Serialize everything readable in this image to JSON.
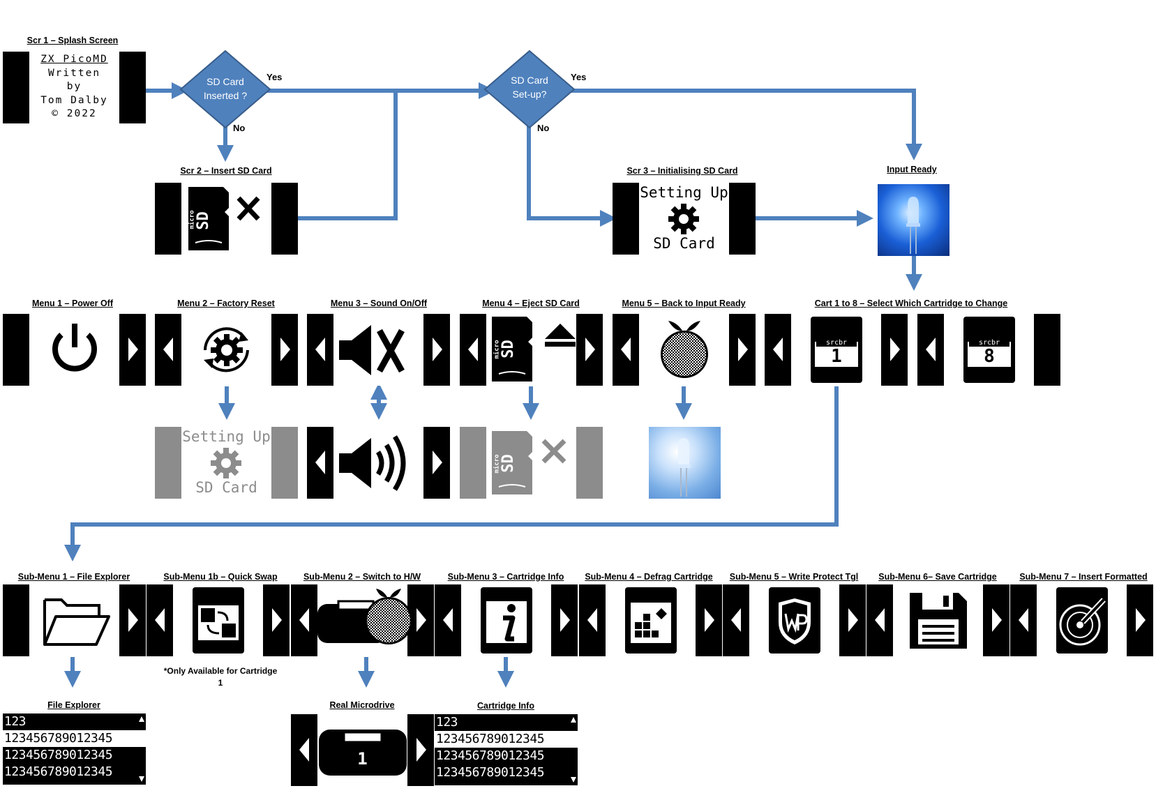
{
  "colors": {
    "arrow": "#4f81bd",
    "decision": "#4f81bd",
    "screen": "#000000",
    "grey_screen": "#8c8c8c"
  },
  "labels": {
    "scr1": "Scr 1 – Splash Screen",
    "scr2": "Scr 2 – Insert SD Card",
    "scr3": "Scr 3 – Initialising SD Card",
    "input_ready": "Input Ready",
    "menu1": "Menu 1 – Power Off",
    "menu2": "Menu 2 – Factory Reset",
    "menu3": "Menu 3 – Sound On/Off",
    "menu4": "Menu 4 – Eject SD Card",
    "menu5": "Menu 5 – Back to Input Ready",
    "cart": "Cart 1 to 8 – Select Which Cartridge  to Change",
    "sub1": "Sub-Menu 1 – File Explorer",
    "sub1b": "Sub-Menu 1b – Quick Swap",
    "sub2": "Sub-Menu 2 – Switch to H/W",
    "sub3": "Sub-Menu 3 – Cartridge Info",
    "sub4": "Sub-Menu 4 – Defrag Cartridge",
    "sub5": "Sub-Menu 5 – Write Protect Tgl",
    "sub6": "Sub-Menu 6– Save Cartridge",
    "sub7": "Sub-Menu 7 – Insert Formatted",
    "file_explorer": "File Explorer",
    "real_microdrive": "Real Microdrive",
    "cartridge_info": "Cartridge Info"
  },
  "note_quick_swap": "*Only Available for Cartridge 1",
  "decisions": {
    "d1": {
      "text": "SD Card Inserted ?",
      "yes": "Yes",
      "no": "No"
    },
    "d2": {
      "text": "SD Card Set-up?",
      "yes": "Yes",
      "no": "No"
    }
  },
  "splash": {
    "l1": "ZX PicoMD",
    "l2": "Written",
    "l3": "by",
    "l4": "Tom Dalby",
    "l5": "© 2022"
  },
  "setup_screen": {
    "top": "Setting Up",
    "bottom": "SD Card"
  },
  "sd_icon": {
    "micro": "micro",
    "sd": "SD"
  },
  "cart_numbers": {
    "c1": "1",
    "c8": "8",
    "mdrive": "1"
  },
  "cart_tag": "srcbr",
  "list_rows": [
    "123",
    "12345678901234‌5",
    "123456789012345",
    "123456789012345"
  ],
  "list_rows_clean": [
    "123",
    "123456789012345",
    "123456789012345",
    "123456789012345"
  ],
  "icons": [
    "power-icon",
    "factory-reset-icon",
    "sound-off-icon",
    "sound-on-icon",
    "sd-eject-icon",
    "raspberry-pi-icon",
    "led-icon",
    "folder-icon",
    "quick-swap-icon",
    "microdrive-icon",
    "info-icon",
    "defrag-icon",
    "write-protect-icon",
    "floppy-save-icon",
    "format-disc-icon"
  ]
}
